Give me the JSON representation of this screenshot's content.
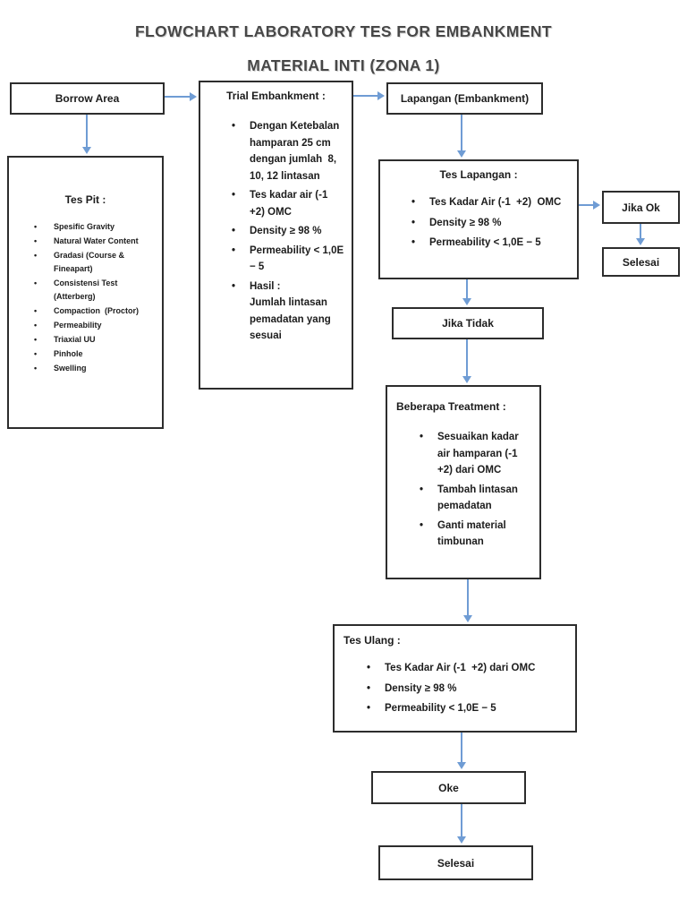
{
  "page": {
    "title_line1": "FLOWCHART LABORATORY TES FOR EMBANKMENT",
    "title_line2": "MATERIAL INTI (ZONA 1)"
  },
  "colors": {
    "arrow": "#6f9cd4",
    "box_border": "#2d2d2d",
    "text": "#1c1c1c",
    "title_text": "#474747"
  },
  "nodes": {
    "borrow_area": {
      "label": "Borrow Area"
    },
    "tes_pit": {
      "title": "Tes Pit :",
      "bullets": [
        "Spesific Gravity",
        "Natural Water Content",
        "Gradasi (Course & Fineapart)",
        "Consistensi Test (Atterberg)",
        "Compaction  (Proctor)",
        "Permeability",
        "Triaxial UU",
        "Pinhole",
        "Swelling"
      ]
    },
    "trial_embankment": {
      "title": "Trial Embankment :",
      "bullets": [
        "Dengan Ketebalan hamparan 25 cm dengan jumlah  8, 10, 12 lintasan",
        "Tes kadar air (-1 +2) OMC",
        "Density ≥ 98 %",
        "Permeability < 1,0E − 5",
        "Hasil :\nJumlah lintasan pemadatan yang sesuai"
      ]
    },
    "lapangan": {
      "label": "Lapangan (Embankment)"
    },
    "tes_lapangan": {
      "title": "Tes Lapangan :",
      "bullets": [
        "Tes Kadar Air (-1  +2)  OMC",
        "Density ≥ 98 %",
        "Permeability < 1,0E − 5"
      ]
    },
    "jika_ok": {
      "label": "Jika Ok"
    },
    "selesai_right": {
      "label": "Selesai"
    },
    "jika_tidak": {
      "label": "Jika Tidak"
    },
    "beberapa_treatment": {
      "title": "Beberapa Treatment :",
      "bullets": [
        "Sesuaikan kadar air hamparan (-1 +2) dari OMC",
        "Tambah lintasan pemadatan",
        "Ganti material timbunan"
      ]
    },
    "tes_ulang": {
      "title": "Tes Ulang  :",
      "bullets": [
        "Tes Kadar Air (-1  +2) dari OMC",
        "Density ≥ 98 %",
        "Permeability < 1,0E − 5"
      ]
    },
    "oke": {
      "label": "Oke"
    },
    "selesai_bottom": {
      "label": "Selesai"
    }
  }
}
